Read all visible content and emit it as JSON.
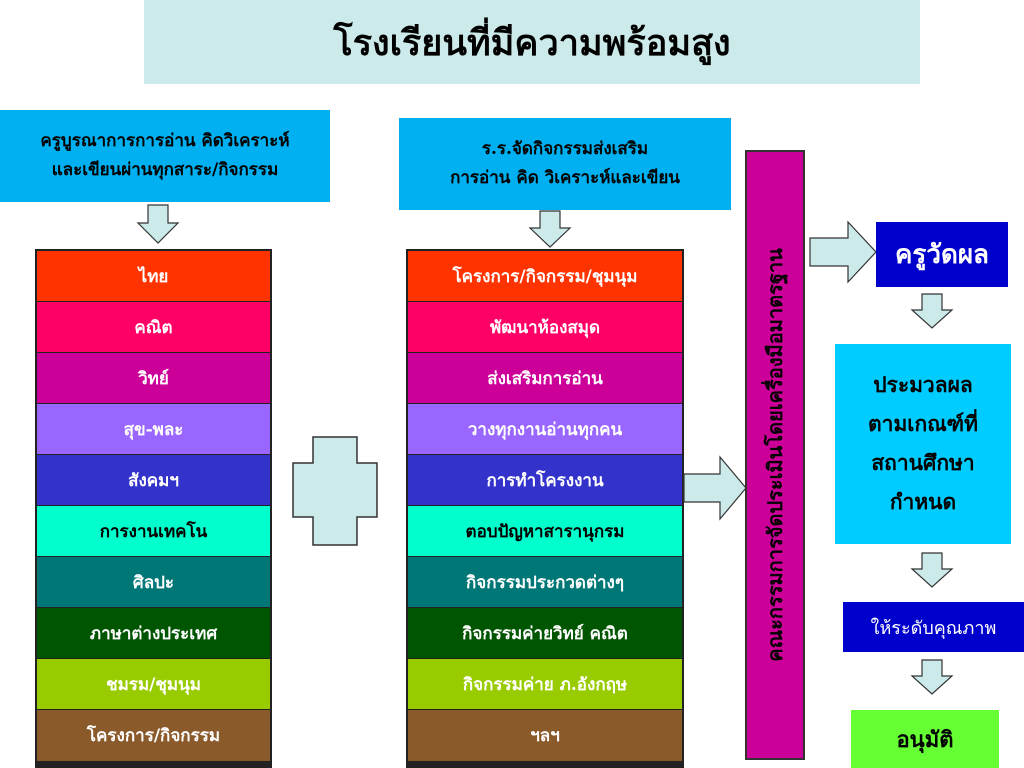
{
  "title": "โรงเรียนที่มีความพร้อมสูง",
  "left_header": {
    "line1": "ครูบูรณาการการอ่าน คิดวิเคราะห์",
    "line2": "และเขียนผ่านทุกสาระ/กิจกรรม"
  },
  "mid_header": {
    "line1": "ร.ร.จัดกิจกรรมส่งเสริม",
    "line2": "การอ่าน คิด วิเคราะห์และเขียน"
  },
  "left_items": [
    {
      "label": "ไทย",
      "color": "#ff3300"
    },
    {
      "label": "คณิต",
      "color": "#ff0066"
    },
    {
      "label": "วิทย์",
      "color": "#cc0099"
    },
    {
      "label": "สุข-พละ",
      "color": "#9966ff"
    },
    {
      "label": "สังคมฯ",
      "color": "#3333cc"
    },
    {
      "label": "การงานเทคโน",
      "color": "#00ffcc"
    },
    {
      "label": "ศิลปะ",
      "color": "#007777"
    },
    {
      "label": "ภาษาต่างประเทศ",
      "color": "#005500"
    },
    {
      "label": "ชมรม/ชุมนุม",
      "color": "#99cc00"
    },
    {
      "label": "โครงการ/กิจกรรม",
      "color": "#8b5a2b"
    }
  ],
  "mid_items": [
    {
      "label": "โครงการ/กิจกรรม/ชุมนุม",
      "color": "#ff3300"
    },
    {
      "label": "พัฒนาห้องสมุด",
      "color": "#ff0066"
    },
    {
      "label": "ส่งเสริมการอ่าน",
      "color": "#cc0099"
    },
    {
      "label": "วางทุกงานอ่านทุกคน",
      "color": "#9966ff"
    },
    {
      "label": "การทำโครงงาน",
      "color": "#3333cc"
    },
    {
      "label": "ตอบปัญหาสารานุกรม",
      "color": "#00ffcc"
    },
    {
      "label": "กิจกรรมประกวดต่างๆ",
      "color": "#007777"
    },
    {
      "label": "กิจกรรมค่ายวิทย์ คณิต",
      "color": "#005500"
    },
    {
      "label": "กิจกรรมค่าย ภ.อังกฤษ",
      "color": "#99cc00"
    },
    {
      "label": "ฯลฯ",
      "color": "#8b5a2b"
    }
  ],
  "vertical_bar": "คณะกรรมการจัดประเมินโดยเครื่องมือมาตรฐาน",
  "measure_box": "ครูวัดผล",
  "process_box": {
    "line1": "ประมวลผล",
    "line2": "ตามเกณฑ์ที่",
    "line3": "สถานศึกษา",
    "line4": "กำหนด"
  },
  "quality_box": "ให้ระดับคุณภาพ",
  "approve_box": "อนุมัติ",
  "colors": {
    "title_bg": "#cdeaea",
    "header_bg": "#00b0f0",
    "arrow_fill": "#cdeaea",
    "measure_bg": "#0000cc",
    "approve_bg": "#66ff33",
    "vbar_bg": "#cc0099"
  }
}
